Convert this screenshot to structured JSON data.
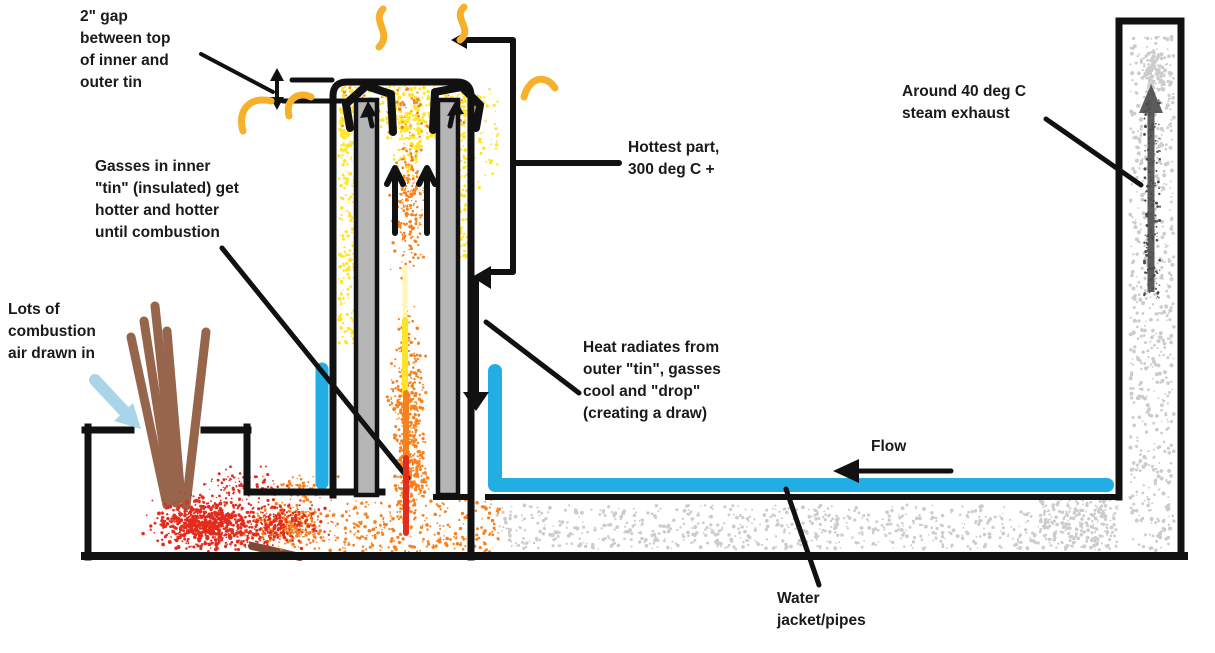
{
  "diagram": {
    "title_implicit": "Rocket stove / water heater combustion diagram",
    "labels": {
      "gap": "2\" gap\nbetween top\nof inner and\nouter tin",
      "gasses": "Gasses in inner\n\"tin\" (insulated) get\nhotter and hotter\nuntil combustion",
      "air": "Lots of\ncombustion\nair drawn in",
      "hottest": "Hottest part,\n300 deg C +",
      "heat": "Heat radiates from\nouter \"tin\", gasses\ncool and \"drop\"\n(creating a draw)",
      "steam": "Around 40 deg C\nsteam exhaust",
      "flow": "Flow",
      "water": "Water\njacket/pipes"
    },
    "colors": {
      "line": "#111111",
      "water_blue": "#22AEE5",
      "air_blue": "#A8D6E8",
      "heat_wave": "#F6B02A",
      "fire_red": "#E32C1E",
      "fire_orange": "#F5821F",
      "flame_yellow": "#FFE42A",
      "pale_flame": "#FFF6B8",
      "smoke_gray": "#CCCCCC",
      "dark_smoke": "#4B4B4B",
      "metal_gray": "#B5B5B5",
      "stick_brown": "#96654C",
      "stick_dark": "#7A4A35"
    }
  }
}
